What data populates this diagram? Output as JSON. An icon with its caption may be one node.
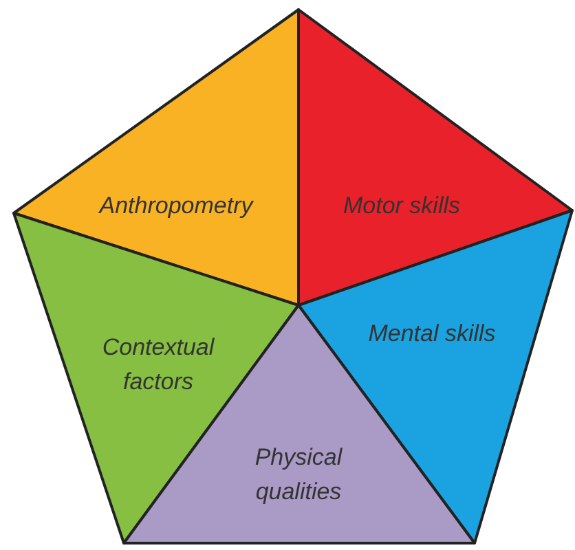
{
  "diagram": {
    "nodes": [
      {
        "text": [
          "Anthropometry"
        ]
      },
      {
        "text": [
          "Motor skills"
        ]
      },
      {
        "text": [
          "Contextual factors"
        ]
      },
      {
        "text": [
          "Mental skills"
        ]
      },
      {
        "text": [
          "Physical qualities"
        ]
      }
    ]
  }
}
